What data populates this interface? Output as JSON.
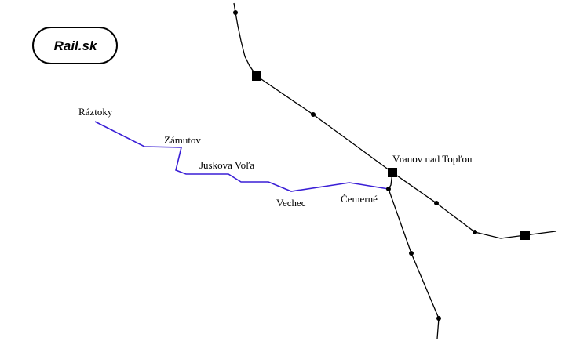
{
  "logo": {
    "text": "Rail.sk"
  },
  "colors": {
    "branch_line": "#3a1fd6",
    "main_line": "#000000",
    "background": "#ffffff"
  },
  "stations": {
    "raztoky": "Ráztoky",
    "zamutov": "Zámutov",
    "juskova_vola": "Juskova Voľa",
    "vechec": "Vechec",
    "cemerne": "Čemerné",
    "vranov": "Vranov nad Topľou"
  }
}
